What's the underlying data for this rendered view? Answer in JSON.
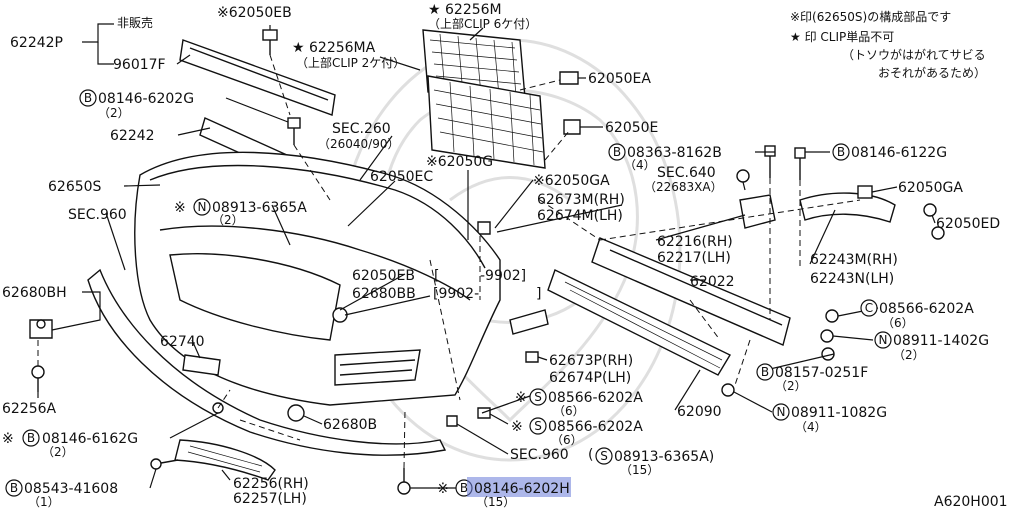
{
  "diagram_id": "A620H001",
  "legend": {
    "line1": "※印(62650S)の構成部品です",
    "line2": "★ 印 CLIP単品不可",
    "line3": "（トソウがはがれてサビる",
    "line4": "おそれがあるため）"
  },
  "labels": {
    "p62242p": "62242P",
    "hihanbai": "非販売",
    "p96017f": "96017F",
    "p62050eb_top": "※62050EB",
    "p62256ma": "★ 62256MA",
    "p62256ma_note": "（上部CLIP 2ケ付）",
    "p62256m": "★ 62256M",
    "p62256m_note": "（上部CLIP 6ケ付）",
    "p62050ea": "62050EA",
    "b08146_6202g": "08146-6202G",
    "b08146_6202g_q": "（2）",
    "p62242": "62242",
    "sec260": "SEC.260",
    "sec260_sub": "（26040/90）",
    "p62050e": "62050E",
    "p62050g": "※62050G",
    "b08363": "08363-8162B",
    "b08363_q": "（4）",
    "b08146_6122g": "08146-6122G",
    "p62650s": "62650S",
    "p62050ec": "62050EC",
    "sec640": "SEC.640",
    "sec640_sub": "（22683XA）",
    "p62050ga_mid": "※62050GA",
    "p62050ga_right": "62050GA",
    "sec960_left": "SEC.960",
    "n08913_6365a": "08913-6365A",
    "n08913_6365a_q": "（2）",
    "p62673m": "62673M(RH)",
    "p62674m": "62674M(LH)",
    "p62050ed": "62050ED",
    "p62216": "62216(RH)",
    "p62217": "62217(LH)",
    "p62243m": "62243M(RH)",
    "p62243n": "62243N(LH)",
    "p62050eb_mid": "62050EB",
    "bracket_open": "[",
    "date_9902_end": "-9902]",
    "p62680bh": "62680BH",
    "p62680bb": "62680BB",
    "date_9902_start": "[9902-",
    "bracket_close": "]",
    "p62022": "62022",
    "c08566_6202a": "08566-6202A",
    "c08566_6202a_q": "（6）",
    "n08911_1402g": "08911-1402G",
    "n08911_1402g_q": "（2）",
    "p62740": "62740",
    "p62673p": "62673P(RH)",
    "p62674p": "62674P(LH)",
    "b08157": "08157-0251F",
    "b08157_q": "（2）",
    "p62256a": "62256A",
    "s08566_a": "08566-6202A",
    "s08566_a_q": "（6）",
    "p62090": "62090",
    "n08911_1082g": "08911-1082G",
    "n08911_1082g_q": "（4）",
    "b08146_6162g": "08146-6162G",
    "b08146_6162g_q": "（2）",
    "p62680b": "62680B",
    "s08566_b": "08566-6202A",
    "s08566_b_q": "（6）",
    "sec960_bottom": "SEC.960",
    "s08913_6365a": "08913-6365A)",
    "s08913_6365a_q": "（15）",
    "p62256": "62256(RH)",
    "p62257": "62257(LH)",
    "b08543": "08543-41608",
    "b08543_q": "（1）",
    "b08146_6202h": "08146-6202H",
    "b08146_6202h_q": "（15）"
  },
  "symbols": {
    "ast": "※",
    "B": "B",
    "N": "N",
    "S": "S",
    "C": "C",
    "paren_open": "("
  },
  "highlight_color": "#6a7bd8"
}
